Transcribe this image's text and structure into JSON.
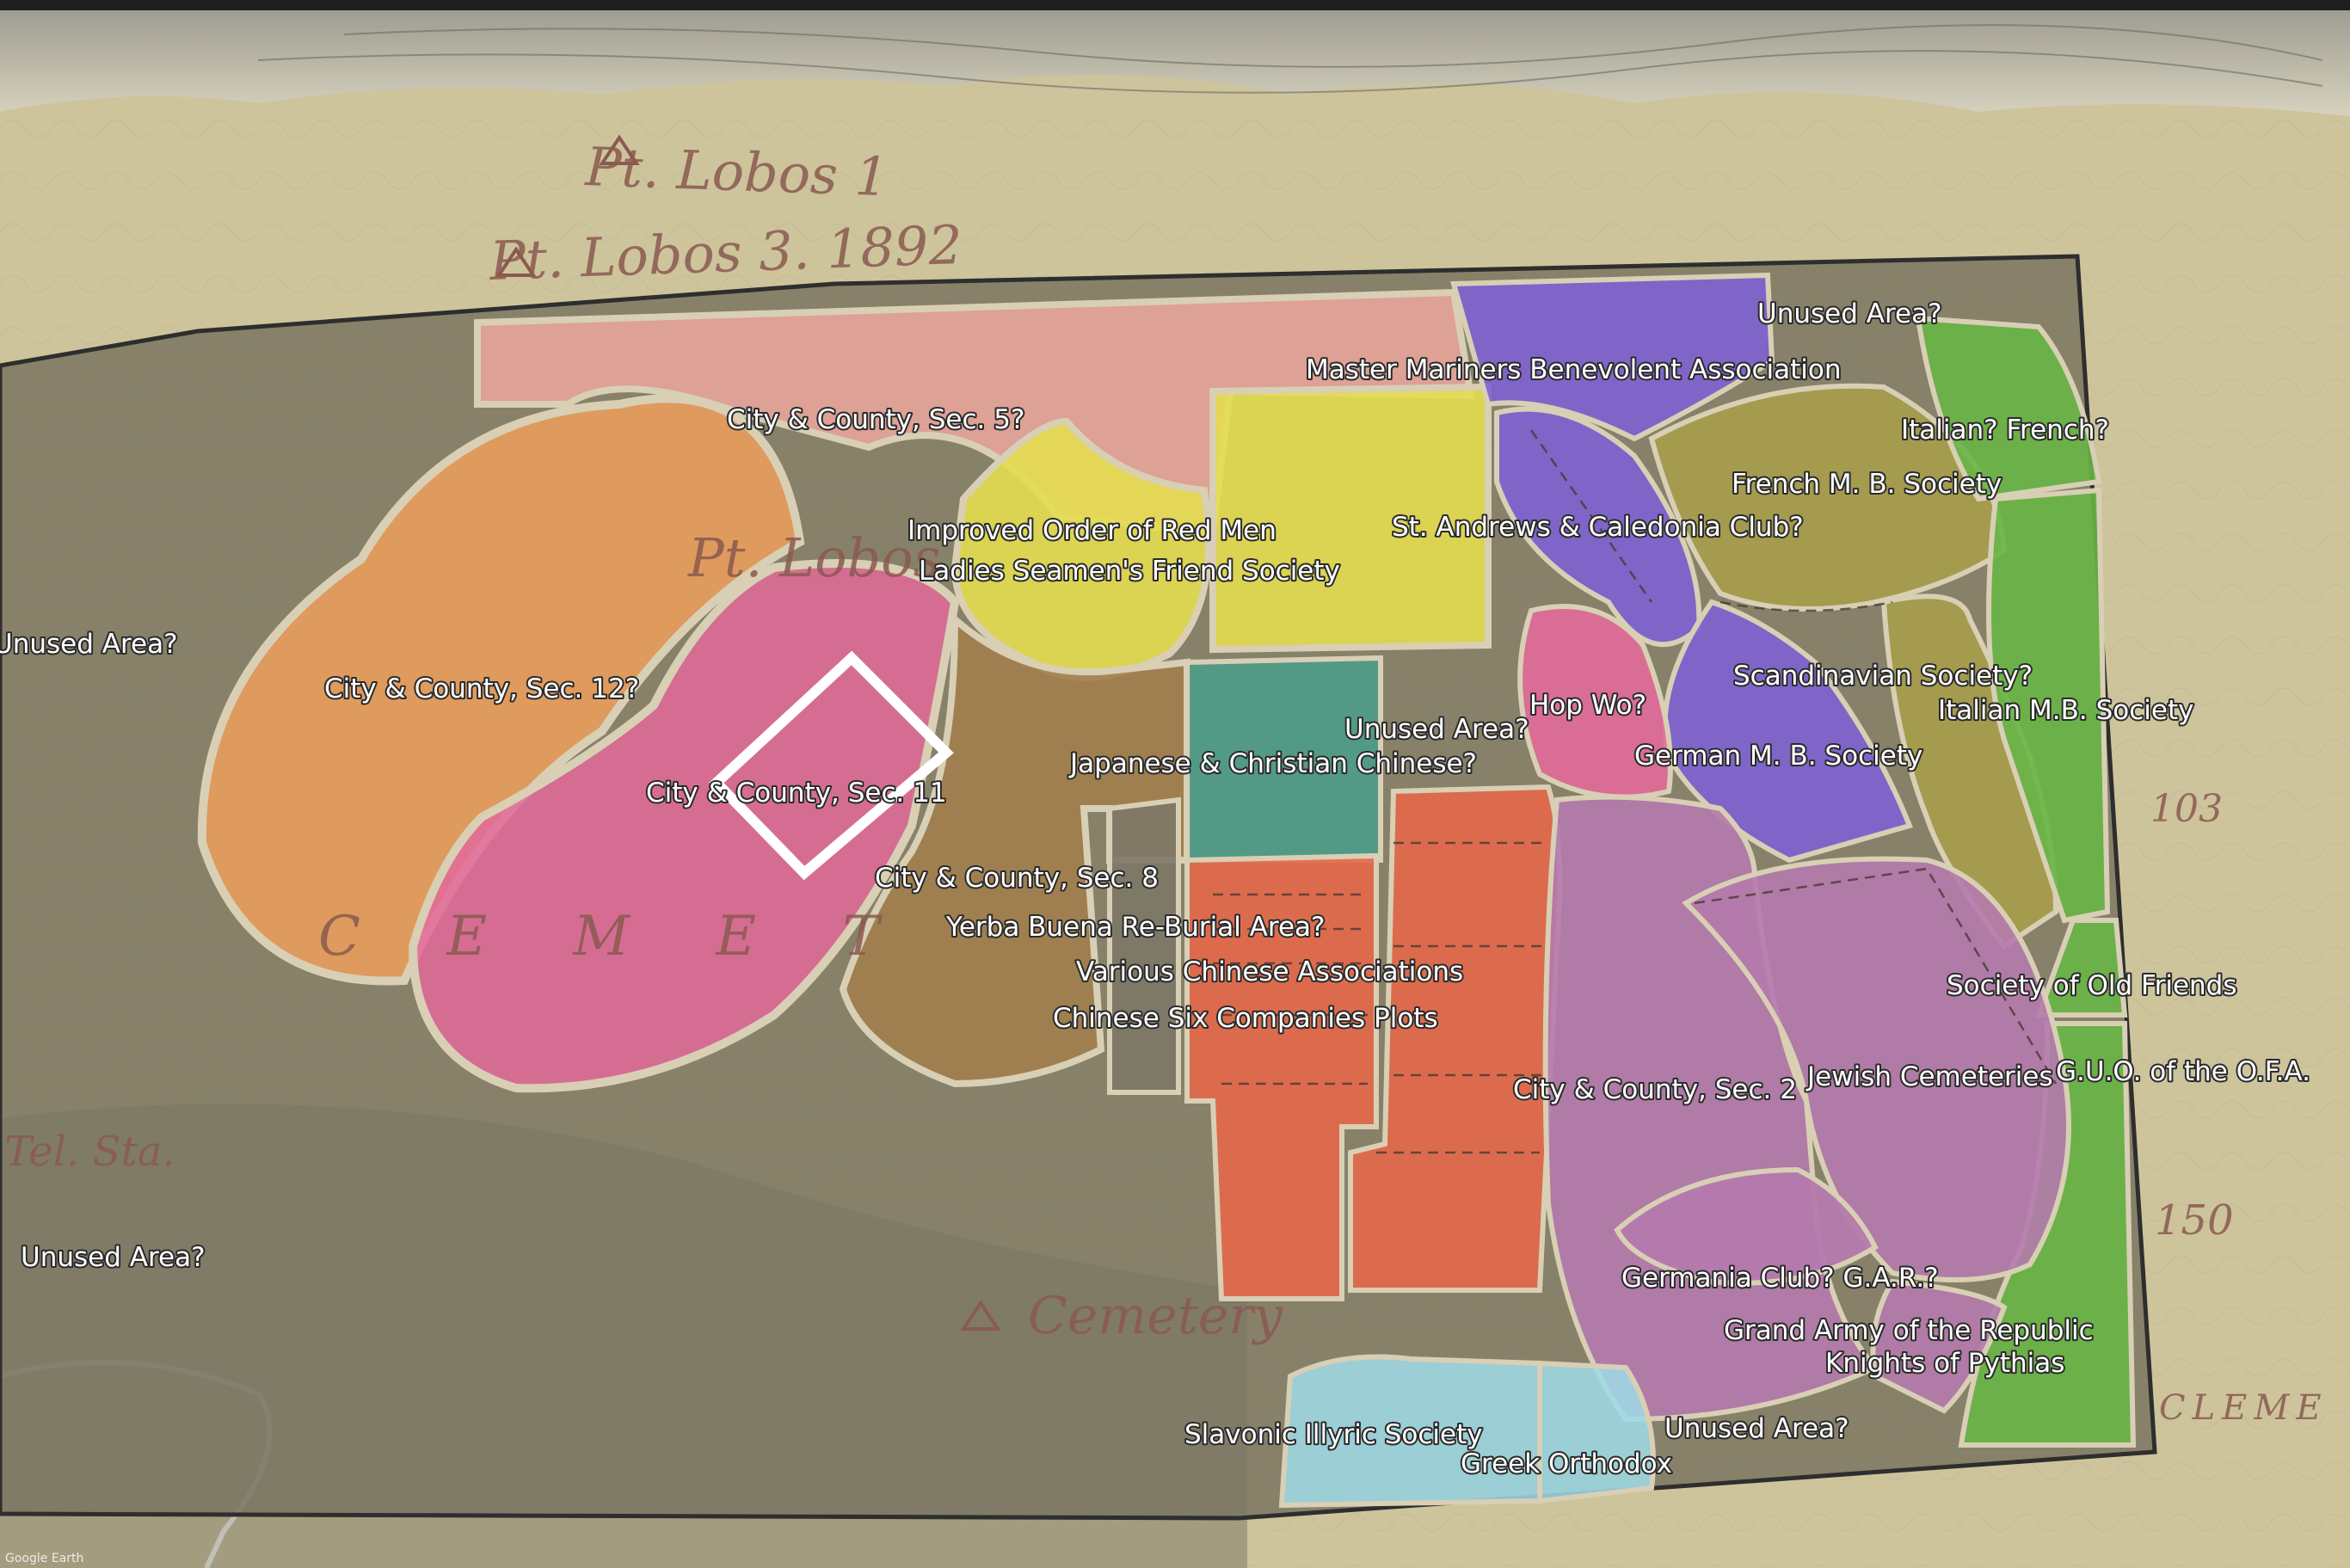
{
  "basemap": {
    "annotations": {
      "pt_lobos_1": "Pt. Lobos 1",
      "pt_lobos_3": "Pt. Lobos 3. 1892",
      "pt_lobos": "Pt. Lobos",
      "cemetery_big": "C E M E T",
      "cemetery": "Cemetery",
      "tel_sta": "Tel. Sta.",
      "spot_103": "103",
      "spot_150": "150",
      "cleme": "CLEME"
    },
    "attribution": "Google Earth"
  },
  "plot_labels": [
    {
      "text": "Unused Area?"
    },
    {
      "text": "Master Mariners Benevolent Association"
    },
    {
      "text": "Italian?  French?"
    },
    {
      "text": "French M. B. Society"
    },
    {
      "text": "City & County, Sec. 5?"
    },
    {
      "text": "Improved Order of Red Men"
    },
    {
      "text": "St. Andrews & Caledonia Club?"
    },
    {
      "text": "Ladies Seamen's Friend Society"
    },
    {
      "text": "Unused Area?"
    },
    {
      "text": "City & County, Sec. 12?"
    },
    {
      "text": "Scandinavian Society?"
    },
    {
      "text": "Hop Wo?"
    },
    {
      "text": "Italian M.B. Society"
    },
    {
      "text": "Unused Area?"
    },
    {
      "text": "Japanese & Christian Chinese?"
    },
    {
      "text": "German M. B. Society"
    },
    {
      "text": "City & County, Sec. 11"
    },
    {
      "text": "City & County, Sec. 8"
    },
    {
      "text": "Yerba Buena Re-Burial Area?"
    },
    {
      "text": "Various Chinese Associations"
    },
    {
      "text": "Society of Old Friends"
    },
    {
      "text": "Chinese Six Companies Plots"
    },
    {
      "text": "City & County, Sec. 2"
    },
    {
      "text": "Jewish Cemeteries"
    },
    {
      "text": "G.U.O. of the O.F.A."
    },
    {
      "text": "Unused Area?"
    },
    {
      "text": "Germania Club? G.A.R.?"
    },
    {
      "text": "Grand Army of the Republic"
    },
    {
      "text": "Knights of Pythias"
    },
    {
      "text": "Unused Area?"
    },
    {
      "text": "Slavonic Illyric Society"
    },
    {
      "text": "Greek Orthodox"
    }
  ]
}
